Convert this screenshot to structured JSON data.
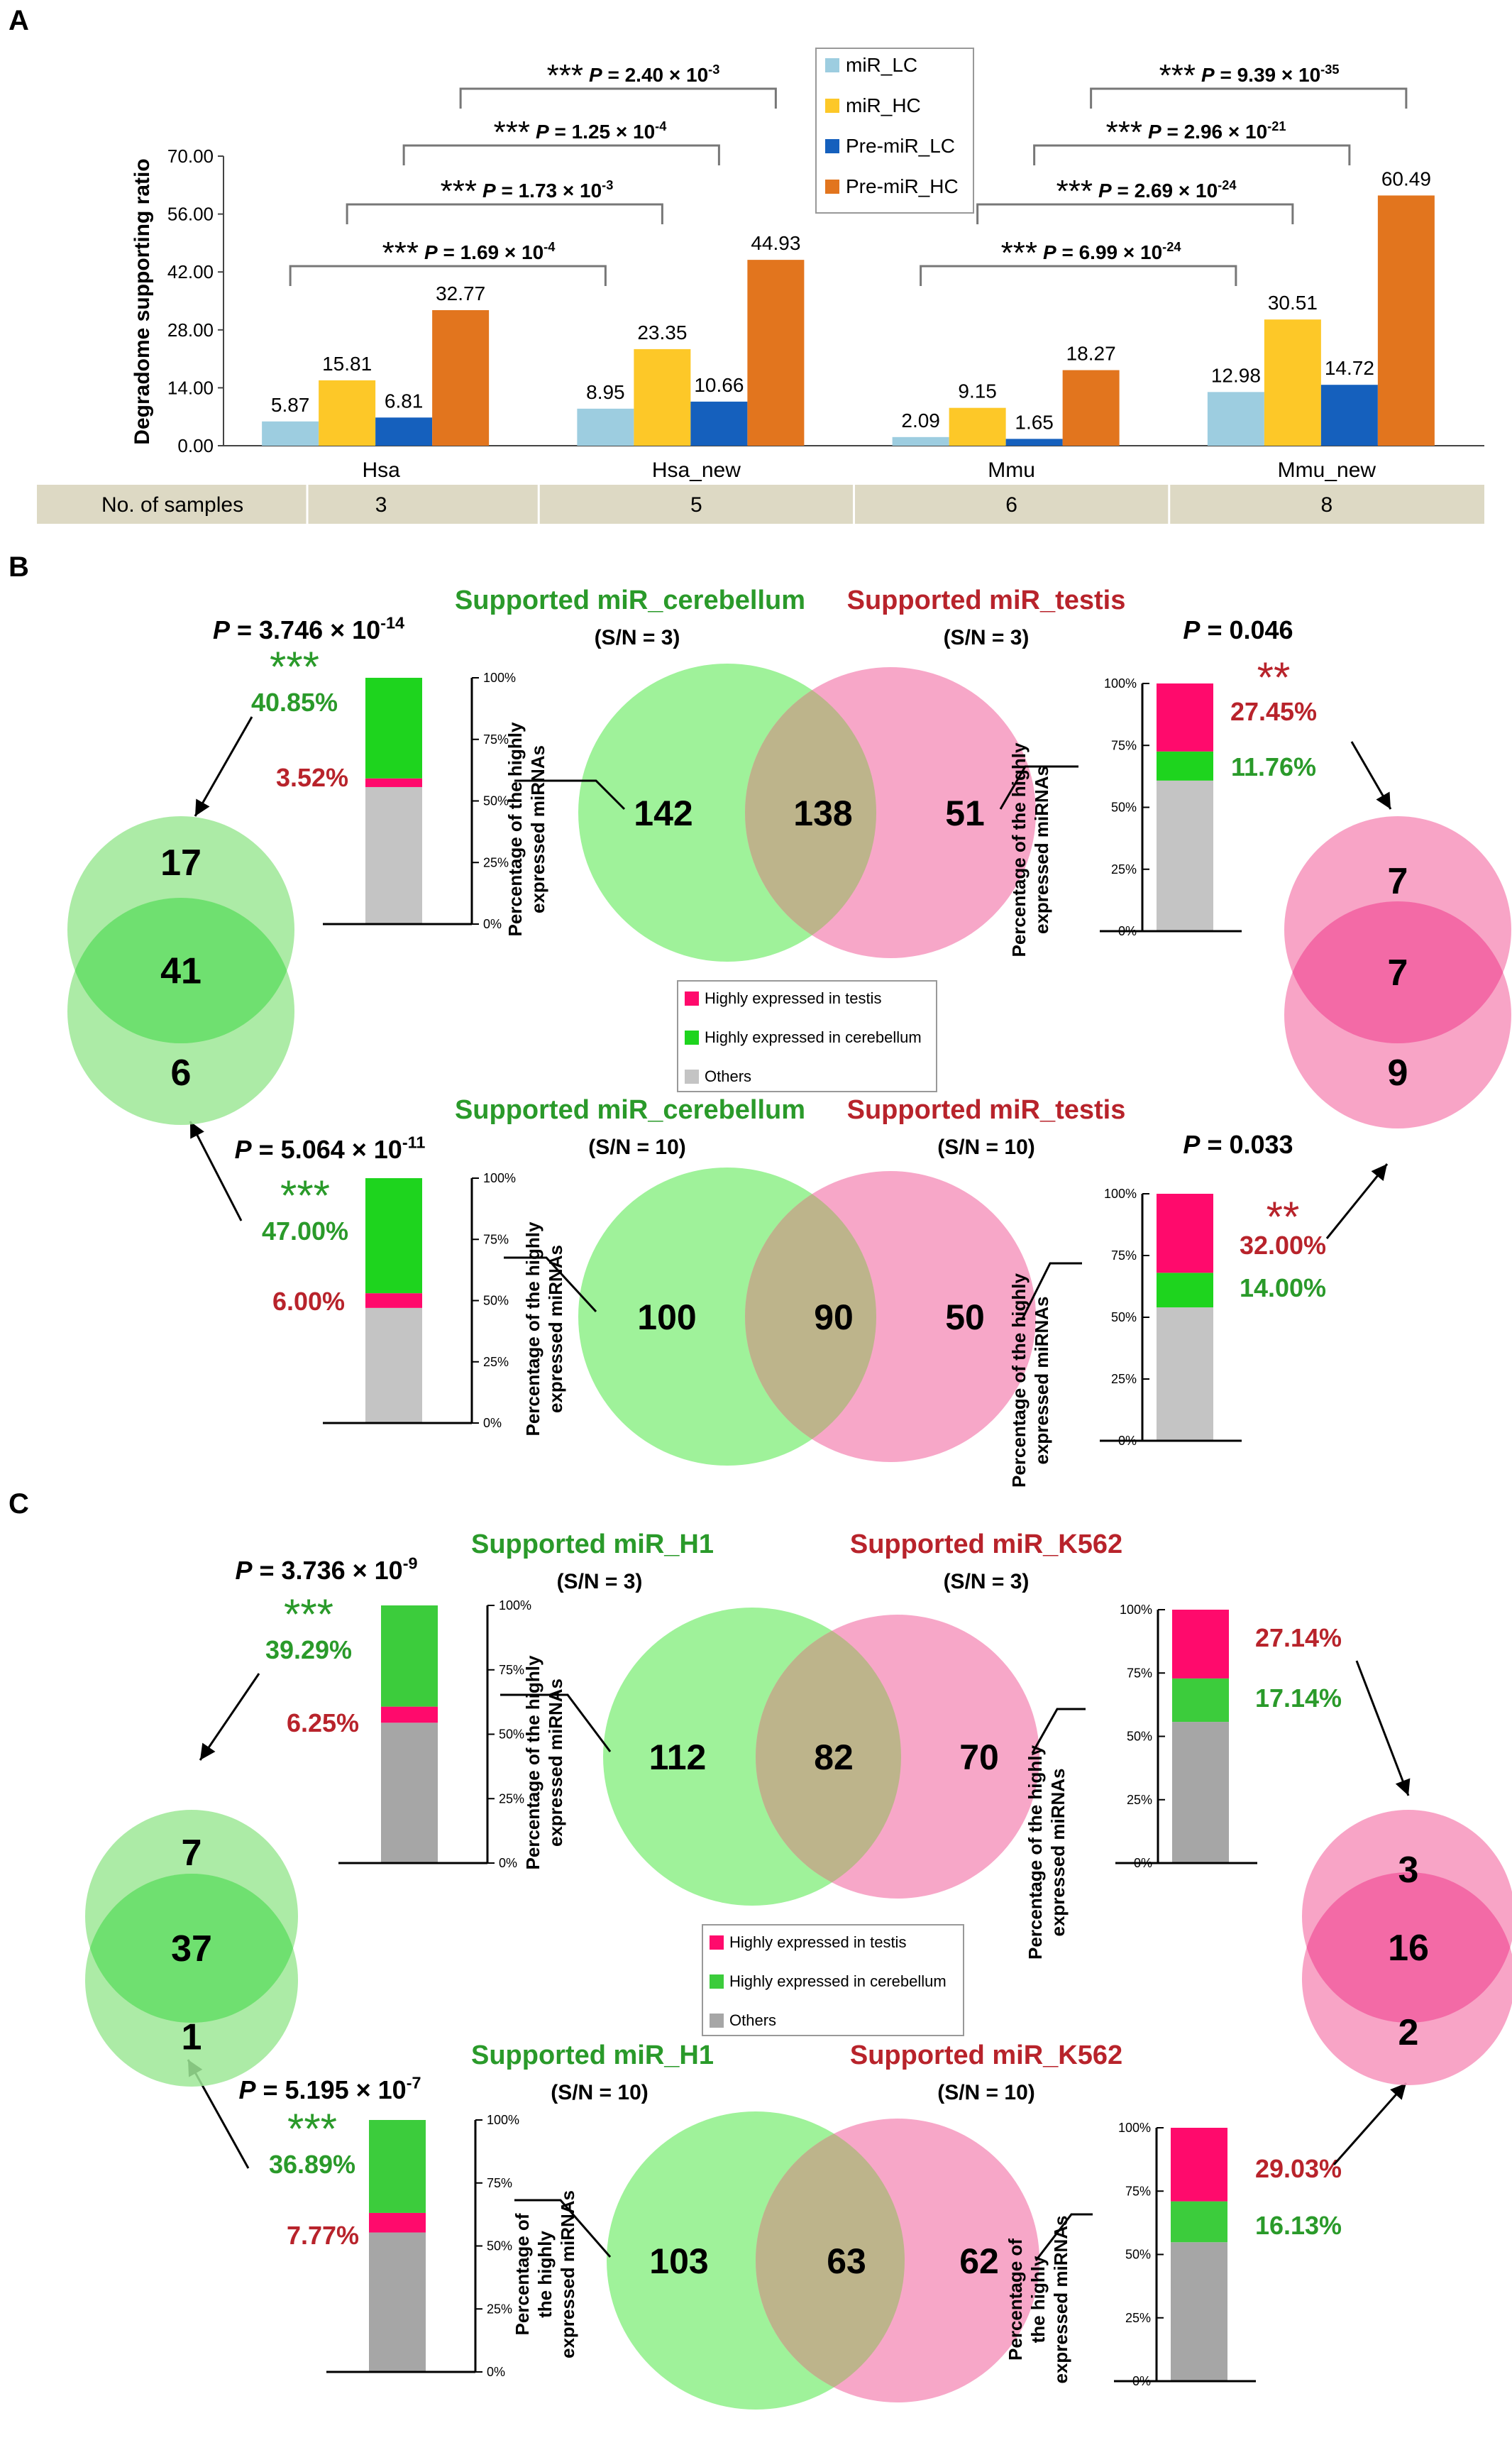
{
  "colors": {
    "mir_lc": "#9dcde0",
    "mir_hc": "#fdc828",
    "pre_lc": "#1560bd",
    "pre_hc": "#e2751e",
    "venn_green": "#9ff29a",
    "venn_pink": "#f7a7c8",
    "venn_overlap": "#bdb48b",
    "bar_green": "#1ed41e",
    "bar_green2": "#3ccc3c",
    "bar_pink": "#ff0a6c",
    "bar_grey": "#c4c4c4",
    "bar_grey2": "#a6a6a6",
    "text_green": "#2a9a2a",
    "text_red": "#b8232b",
    "circle_green": "#6fe070",
    "circle_green_light": "#9ee896",
    "circle_pink": "#f36aa6",
    "circle_pink_light": "#f79ac0",
    "table_bg": "#ddd9c4"
  },
  "chart_data": [
    {
      "panel": "A",
      "type": "bar",
      "ylabel": "Degradome supporting ratio",
      "ylim": [
        0,
        70
      ],
      "yticks": [
        "0.00",
        "14.00",
        "28.00",
        "42.00",
        "56.00",
        "70.00"
      ],
      "categories": [
        "Hsa",
        "Hsa_new",
        "Mmu",
        "Mmu_new"
      ],
      "series": [
        {
          "name": "miR_LC",
          "values": [
            5.87,
            8.95,
            2.09,
            12.98
          ],
          "labels": [
            "5.87",
            "8.95",
            "2.09",
            "12.98"
          ]
        },
        {
          "name": "miR_HC",
          "values": [
            15.81,
            23.35,
            9.15,
            30.51
          ],
          "labels": [
            "15.81",
            "23.35",
            "9.15",
            "30.51"
          ]
        },
        {
          "name": "Pre-miR_LC",
          "values": [
            6.81,
            10.66,
            1.65,
            14.72
          ],
          "labels": [
            "6.81",
            "10.66",
            "1.65",
            "14.72"
          ]
        },
        {
          "name": "Pre-miR_HC",
          "values": [
            32.77,
            44.93,
            18.27,
            60.49
          ],
          "labels": [
            "32.77",
            "44.93",
            "18.27",
            "60.49"
          ]
        }
      ],
      "legend_position": "top-center",
      "table": {
        "header": "No. of samples",
        "values": [
          "3",
          "5",
          "6",
          "8"
        ]
      },
      "significance": [
        {
          "stars": "***",
          "label": "P = 1.69 × 10",
          "exp": "-4"
        },
        {
          "stars": "***",
          "label": "P = 1.73 × 10",
          "exp": "-3"
        },
        {
          "stars": "***",
          "label": "P = 1.25 × 10",
          "exp": "-4"
        },
        {
          "stars": "***",
          "label": "P = 2.40 × 10",
          "exp": "-3"
        },
        {
          "stars": "***",
          "label": "P = 6.99 × 10",
          "exp": "-24"
        },
        {
          "stars": "***",
          "label": "P = 2.69 × 10",
          "exp": "-24"
        },
        {
          "stars": "***",
          "label": "P = 2.96 × 10",
          "exp": "-21"
        },
        {
          "stars": "***",
          "label": "P = 9.39 × 10",
          "exp": "-35"
        }
      ]
    },
    {
      "panel": "B",
      "type": "venn",
      "legend": [
        "Highly expressed in testis",
        "Highly expressed in cerebellum",
        "Others"
      ],
      "left_summary": {
        "top": "17",
        "middle": "41",
        "bottom": "6"
      },
      "right_summary": {
        "top": "7",
        "middle": "7",
        "bottom": "9"
      },
      "rows": [
        {
          "left_title": "Supported miR_cerebellum",
          "right_title": "Supported miR_testis",
          "left_sn": "(S/N = 3)",
          "right_sn": "(S/N = 3)",
          "left_count": "142",
          "overlap_count": "138",
          "right_count": "51",
          "left_p": "P = 3.746 × 10",
          "left_p_exp": "-14",
          "right_p": "P = 0.046",
          "left_stars": "***",
          "right_stars": "**",
          "left_bar": {
            "green": 40.85,
            "pink": 3.52,
            "grey": 55.63,
            "green_label": "40.85%",
            "pink_label": "3.52%"
          },
          "right_bar": {
            "pink": 27.45,
            "green": 11.76,
            "grey": 60.79,
            "pink_label": "27.45%",
            "green_label": "11.76%"
          }
        },
        {
          "left_title": "Supported miR_cerebellum",
          "right_title": "Supported miR_testis",
          "left_sn": "(S/N = 10)",
          "right_sn": "(S/N = 10)",
          "left_count": "100",
          "overlap_count": "90",
          "right_count": "50",
          "left_p": "P = 5.064 × 10",
          "left_p_exp": "-11",
          "right_p": "P = 0.033",
          "left_stars": "***",
          "right_stars": "**",
          "left_bar": {
            "green": 47.0,
            "pink": 6.0,
            "grey": 47.0,
            "green_label": "47.00%",
            "pink_label": "6.00%"
          },
          "right_bar": {
            "pink": 32.0,
            "green": 14.0,
            "grey": 54.0,
            "pink_label": "32.00%",
            "green_label": "14.00%"
          }
        }
      ],
      "bar_axis_label": [
        "Percentage of the highly",
        "expressed miRNAs"
      ],
      "bar_ticks": [
        "0%",
        "25%",
        "50%",
        "75%",
        "100%"
      ]
    },
    {
      "panel": "C",
      "type": "venn",
      "legend": [
        "Highly expressed in testis",
        "Highly expressed in cerebellum",
        "Others"
      ],
      "left_summary": {
        "top": "7",
        "middle": "37",
        "bottom": "1"
      },
      "right_summary": {
        "top": "3",
        "middle": "16",
        "bottom": "2"
      },
      "rows": [
        {
          "left_title": "Supported miR_H1",
          "right_title": "Supported miR_K562",
          "left_sn": "(S/N = 3)",
          "right_sn": "(S/N = 3)",
          "left_count": "112",
          "overlap_count": "82",
          "right_count": "70",
          "left_p": "P = 3.736 × 10",
          "left_p_exp": "-9",
          "right_p": "",
          "left_stars": "***",
          "right_stars": "",
          "left_bar": {
            "green": 39.29,
            "pink": 6.25,
            "grey": 54.46,
            "green_label": "39.29%",
            "pink_label": "6.25%"
          },
          "right_bar": {
            "pink": 27.14,
            "green": 17.14,
            "grey": 55.72,
            "pink_label": "27.14%",
            "green_label": "17.14%"
          }
        },
        {
          "left_title": "Supported miR_H1",
          "right_title": "Supported miR_K562",
          "left_sn": "(S/N = 10)",
          "right_sn": "(S/N = 10)",
          "left_count": "103",
          "overlap_count": "63",
          "right_count": "62",
          "left_p": "P = 5.195 × 10",
          "left_p_exp": "-7",
          "right_p": "",
          "left_stars": "***",
          "right_stars": "",
          "left_bar": {
            "green": 36.89,
            "pink": 7.77,
            "grey": 55.34,
            "green_label": "36.89%",
            "pink_label": "7.77%"
          },
          "right_bar": {
            "pink": 29.03,
            "green": 16.13,
            "grey": 54.84,
            "pink_label": "29.03%",
            "green_label": "16.13%"
          }
        }
      ],
      "bar_axis_label": [
        "Percentage of the highly",
        "expressed miRNAs"
      ],
      "bar_axis_label_alt": [
        "Percentage of",
        "the highly",
        "expressed miRNAs"
      ],
      "bar_ticks": [
        "0%",
        "25%",
        "50%",
        "75%",
        "100%"
      ]
    }
  ],
  "panel_letters": [
    "A",
    "B",
    "C"
  ]
}
